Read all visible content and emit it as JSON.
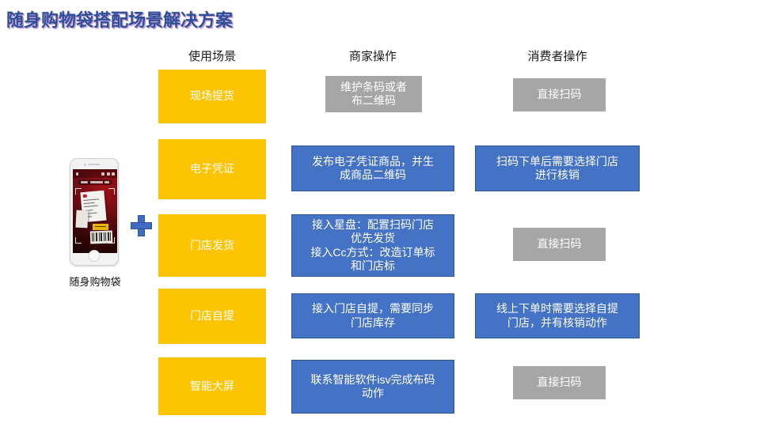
{
  "slide": {
    "title": "随身购物袋搭配场景解决方案",
    "title_color": "#2E4F96",
    "accent_yellow": "#FDC404",
    "accent_blue": "#4472C4",
    "accent_gray": "#A6A6A6",
    "background": "#FFFFFF"
  },
  "columns": {
    "scene": "使用场景",
    "merchant": "商家操作",
    "consumer": "消费者操作"
  },
  "product": {
    "caption": "随身购物袋",
    "plus_symbol": "+"
  },
  "rows": [
    {
      "scene": "现场提货",
      "merchant": "维护条码或者\n布二维码",
      "merchant_style": "gray",
      "consumer": "直接扫码",
      "consumer_style": "gray"
    },
    {
      "scene": "电子凭证",
      "merchant": "发布电子凭证商品，并生\n成商品二维码",
      "merchant_style": "blue",
      "consumer": "扫码下单后需要选择门店\n进行核销",
      "consumer_style": "blue"
    },
    {
      "scene": "门店发货",
      "merchant": "接入星盘：配置扫码门店\n优先发货\n接入Cc方式：改造订单标\n和门店标",
      "merchant_style": "blue",
      "consumer": "直接扫码",
      "consumer_style": "gray"
    },
    {
      "scene": "门店自提",
      "merchant": "接入门店自提，需要同步\n门店库存",
      "merchant_style": "blue",
      "consumer": "线上下单时需要选择自提\n门店，并有核销动作",
      "consumer_style": "blue"
    },
    {
      "scene": "智能大屏",
      "merchant": "联系智能软件isv完成布码\n动作",
      "merchant_style": "blue",
      "consumer": "直接扫码",
      "consumer_style": "gray"
    }
  ]
}
